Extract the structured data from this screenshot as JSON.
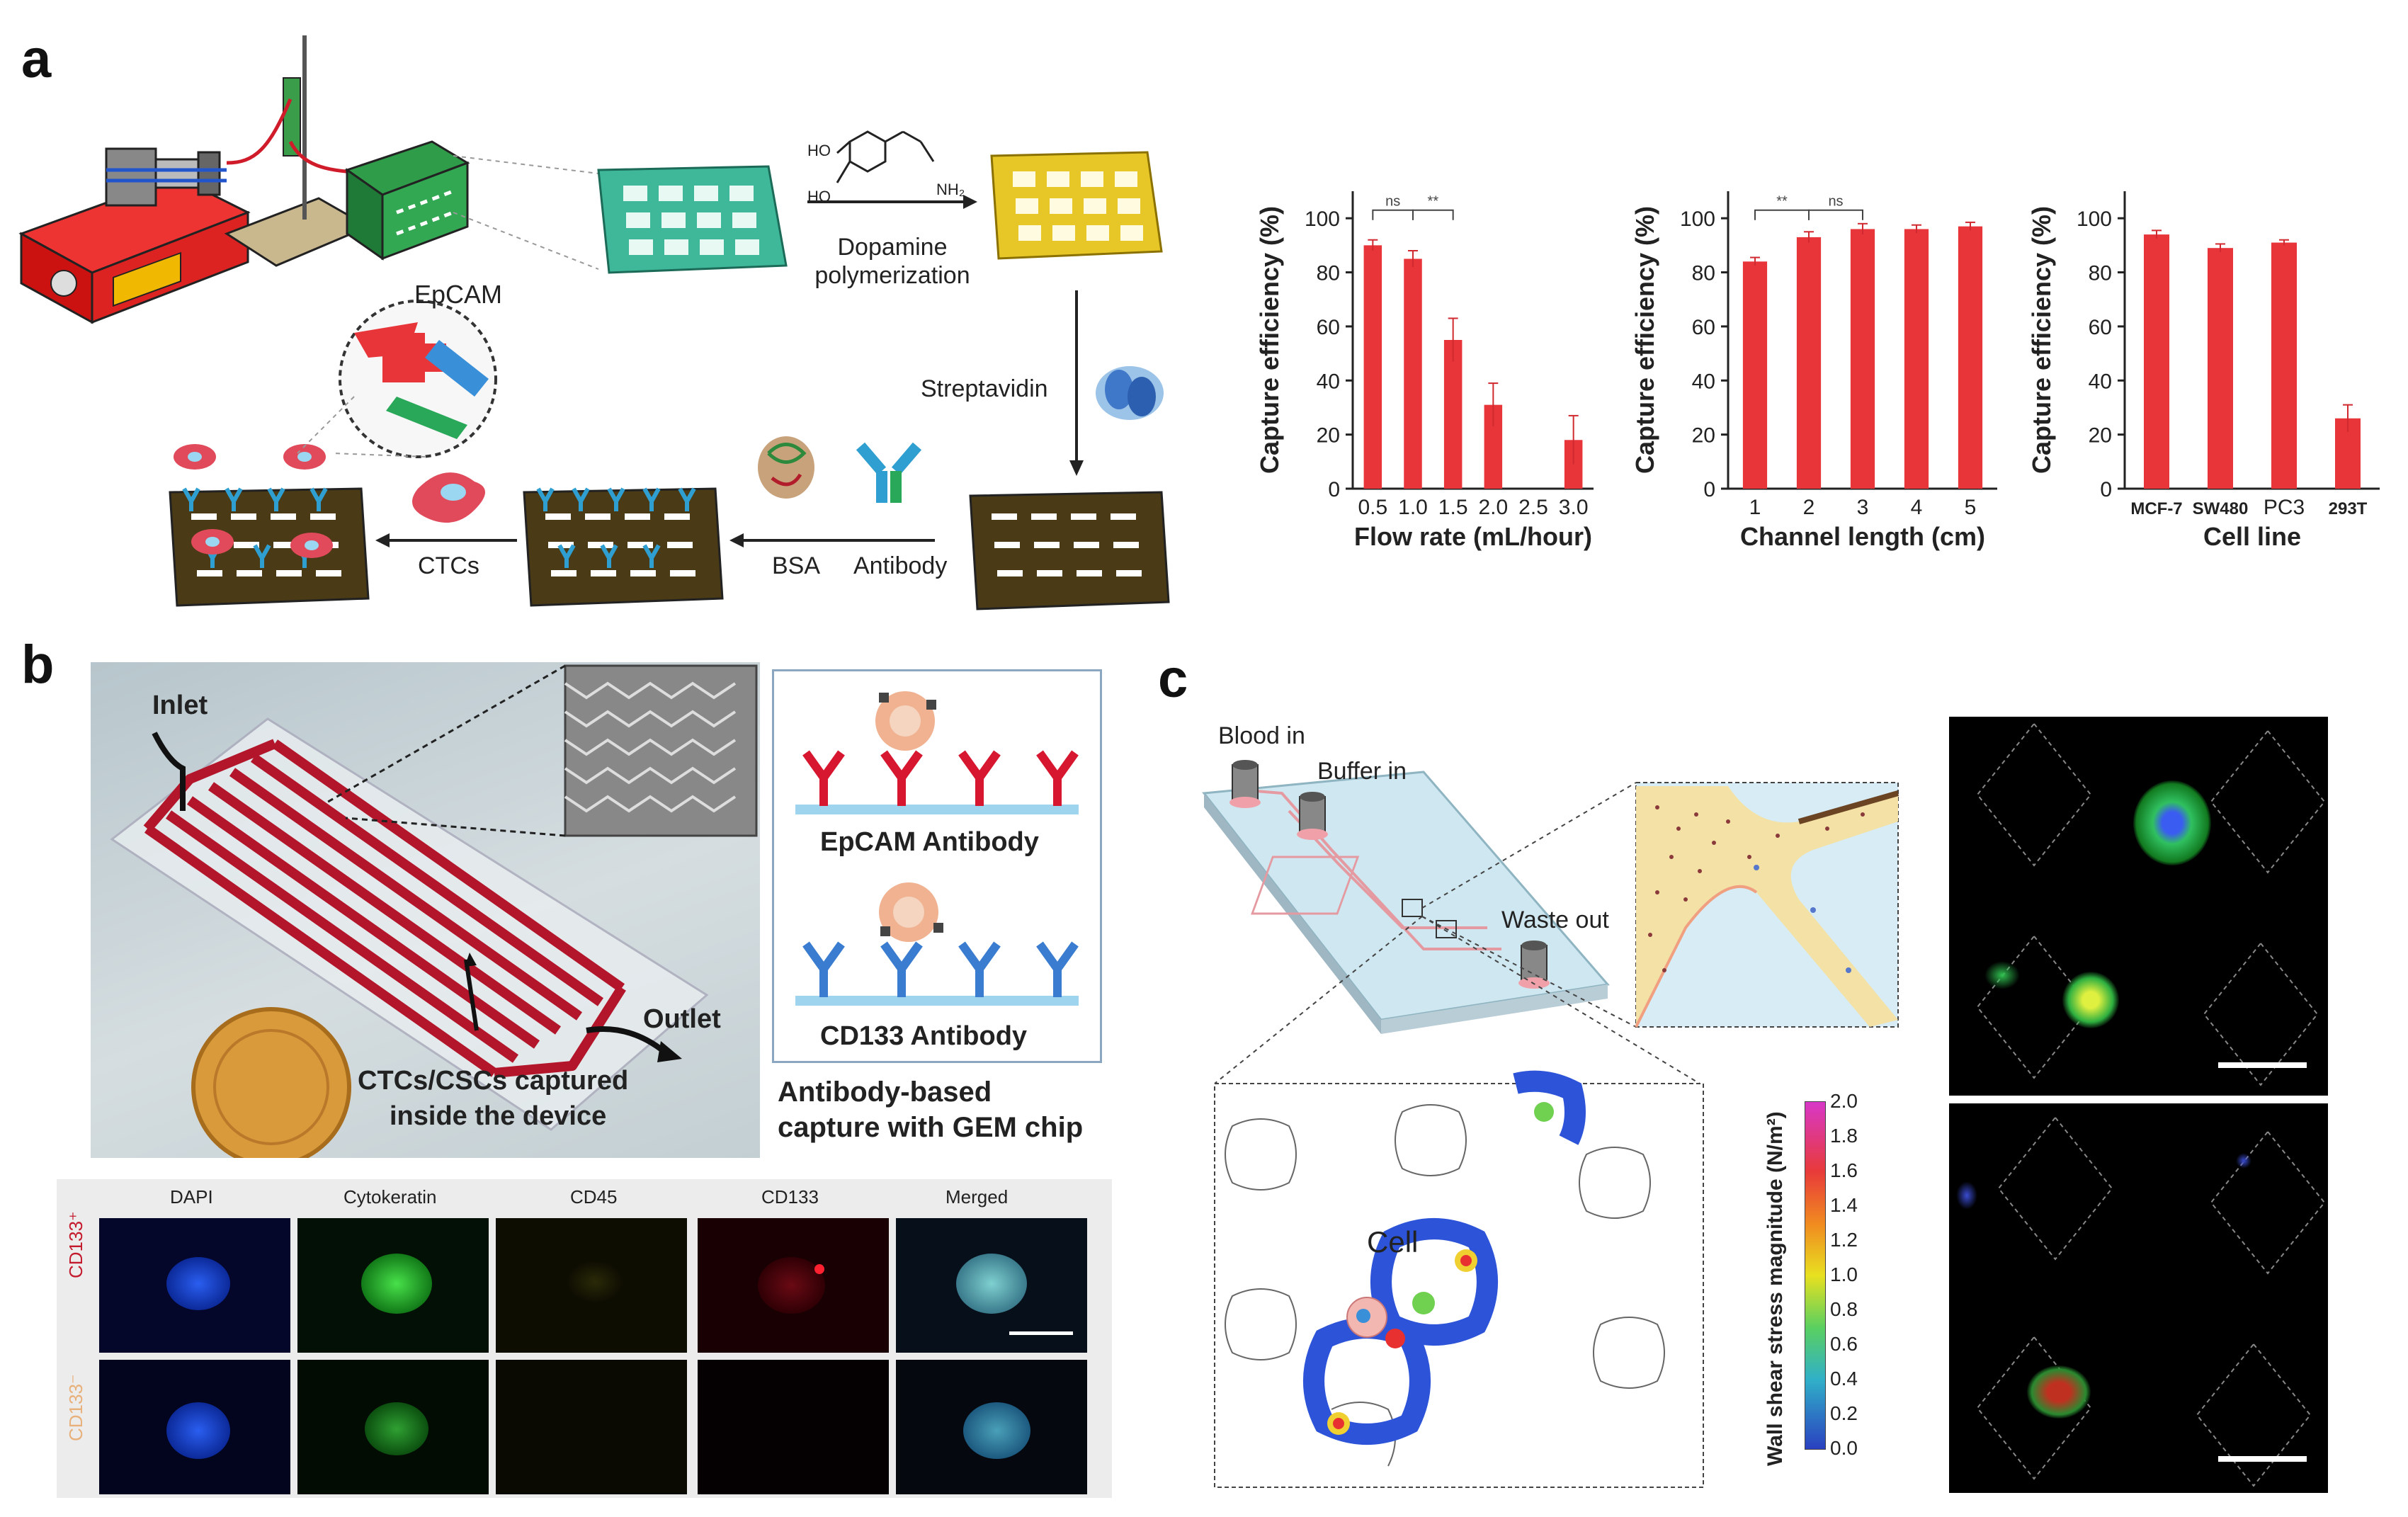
{
  "panels": {
    "a": "a",
    "b": "b",
    "c": "c"
  },
  "panel_a": {
    "epcam": "EpCAM",
    "dopamine_line1": "Dopamine",
    "dopamine_line2": "polymerization",
    "streptavidin": "Streptavidin",
    "bsa": "BSA",
    "antibody": "Antibody",
    "ctcs": "CTCs",
    "chem_ho1": "HO",
    "chem_ho2": "HO",
    "chem_nh2": "NH₂"
  },
  "panel_b": {
    "inlet": "Inlet",
    "outlet": "Outlet",
    "captured_line1": "CTCs/CSCs captured",
    "captured_line2": "inside the device",
    "epcam_antibody": "EpCAM Antibody",
    "cd133_antibody": "CD133 Antibody",
    "caption_line1": "Antibody-based",
    "caption_line2": "capture with GEM chip",
    "stain_headers": [
      "DAPI",
      "Cytokeratin",
      "CD45",
      "CD133",
      "Merged"
    ],
    "row_pos": "CD133⁺",
    "row_neg": "CD133⁻"
  },
  "panel_c": {
    "blood_in": "Blood in",
    "buffer_in": "Buffer in",
    "waste_out": "Waste out",
    "cell": "Cell",
    "colorbar_label": "Wall shear stress magnitude (N/m²)",
    "colorbar_ticks": [
      "2.0",
      "1.8",
      "1.6",
      "1.4",
      "1.2",
      "1.0",
      "0.8",
      "0.6",
      "0.4",
      "0.2",
      "0.0"
    ]
  },
  "chart_data": [
    {
      "type": "bar",
      "categories": [
        "0.5",
        "1.0",
        "1.5",
        "2.0",
        "2.5",
        "3.0"
      ],
      "values": [
        90,
        85,
        55,
        31,
        null,
        18
      ],
      "errors": [
        2,
        3,
        8,
        8,
        0,
        9
      ],
      "xlabel": "Flow rate (mL/hour)",
      "ylabel": "Capture efficiency (%)",
      "yticks": [
        "0",
        "20",
        "40",
        "60",
        "80",
        "100"
      ],
      "ylim": [
        0,
        110
      ],
      "annotations": [
        {
          "text": "ns",
          "from": "0.5",
          "to": "1.0"
        },
        {
          "text": "**",
          "from": "1.0",
          "to": "1.5"
        }
      ],
      "color": "#e8353a"
    },
    {
      "type": "bar",
      "categories": [
        "1",
        "2",
        "3",
        "4",
        "5"
      ],
      "values": [
        84,
        93,
        96,
        96,
        97
      ],
      "errors": [
        1.5,
        2,
        2,
        1.5,
        1.5
      ],
      "xlabel": "Channel length (cm)",
      "ylabel": "Capture efficiency (%)",
      "yticks": [
        "0",
        "20",
        "40",
        "60",
        "80",
        "100"
      ],
      "ylim": [
        0,
        110
      ],
      "annotations": [
        {
          "text": "**",
          "from": "1",
          "to": "2"
        },
        {
          "text": "ns",
          "from": "2",
          "to": "3"
        }
      ],
      "color": "#e8353a"
    },
    {
      "type": "bar",
      "categories": [
        "MCF-7",
        "SW480",
        "PC3",
        "293T"
      ],
      "values": [
        94,
        89,
        91,
        26
      ],
      "errors": [
        1.5,
        1.5,
        1,
        5
      ],
      "xlabel": "Cell line",
      "ylabel": "Capture efficiency (%)",
      "yticks": [
        "0",
        "20",
        "40",
        "60",
        "80",
        "100"
      ],
      "ylim": [
        0,
        110
      ],
      "annotations": [],
      "color": "#e8353a"
    }
  ]
}
